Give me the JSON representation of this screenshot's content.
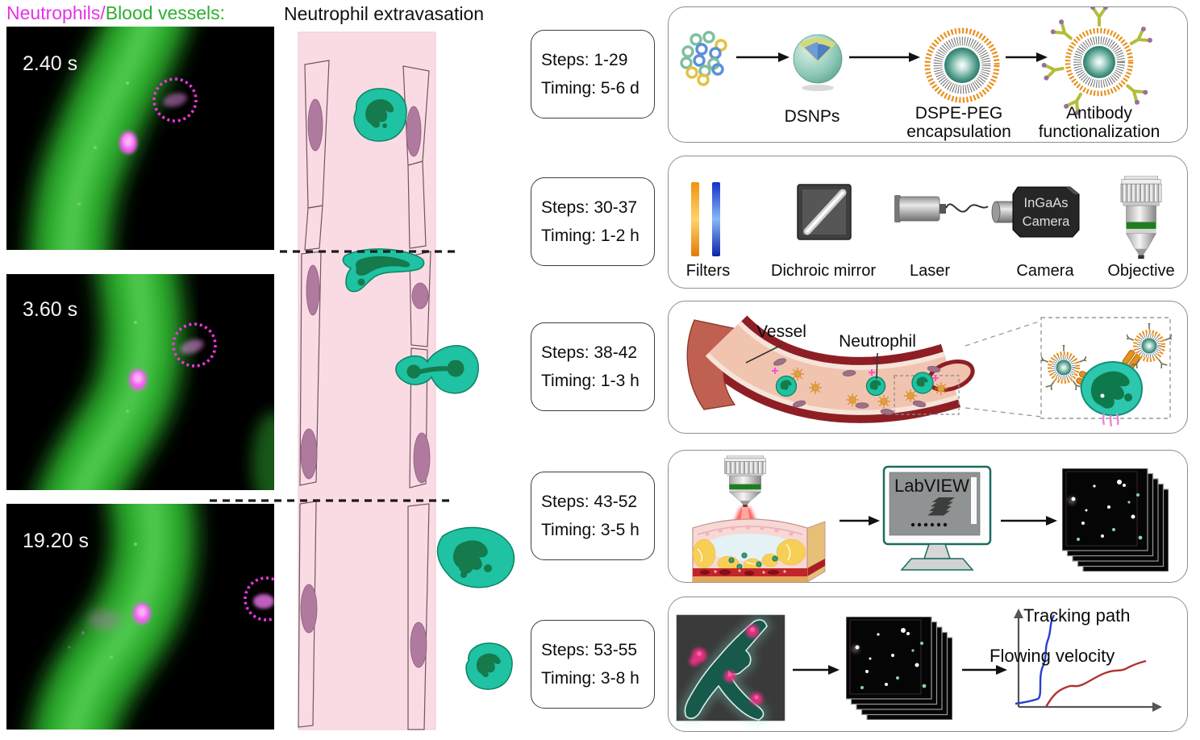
{
  "page_title": "Neutrophil extravasation imaging protocol figure",
  "legend": {
    "neutrophils_label": "Neutrophils/",
    "blood_vessels_label": "Blood vessels:",
    "neutrophils_color": "#e632e6",
    "vessels_color": "#2fae2f"
  },
  "microscopy_frames": [
    {
      "time_label": "2.40 s"
    },
    {
      "time_label": "3.60 s"
    },
    {
      "time_label": "19.20 s"
    }
  ],
  "diagram": {
    "title": "Neutrophil extravasation"
  },
  "protocol_rows": [
    {
      "steps": "Steps: 1-29",
      "timing": "Timing: 5-6 d",
      "icons": [
        "nanoparticle-cluster",
        "dsnp-sphere",
        "dspe-peg-particle",
        "antibody-particle"
      ],
      "items": {
        "dsnps": "DSNPs",
        "dspe_line1": "DSPE-PEG",
        "dspe_line2": "encapsulation",
        "antibody_line1": "Antibody",
        "antibody_line2": "functionalization"
      }
    },
    {
      "steps": "Steps: 30-37",
      "timing": "Timing: 1-2 h",
      "icons": [
        "filter-bars",
        "dichroic-mirror",
        "laser",
        "ingaas-camera",
        "objective"
      ],
      "items": {
        "filters": "Filters",
        "dichroic": "Dichroic mirror",
        "laser": "Laser",
        "camera": "Camera",
        "objective": "Objective",
        "camera_text_line1": "InGaAs",
        "camera_text_line2": "Camera"
      }
    },
    {
      "steps": "Steps: 38-42",
      "timing": "Timing: 1-3 h",
      "icons": [
        "vessel-cross-section",
        "nanoparticle-binding-inset"
      ],
      "items": {
        "vessel": "Vessel",
        "neutrophil": "Neutrophil"
      }
    },
    {
      "steps": "Steps: 43-52",
      "timing": "Timing: 3-5 h",
      "icons": [
        "objective",
        "skin-tissue",
        "labview-monitor",
        "image-stack"
      ],
      "items": {
        "software": "LabVIEW"
      }
    },
    {
      "steps": "Steps: 53-55",
      "timing": "Timing: 3-8 h",
      "icons": [
        "vessel-mask",
        "image-stack",
        "tracking-graph"
      ],
      "items": {
        "tracking": "Tracking path",
        "velocity": "Flowing velocity"
      }
    }
  ],
  "colors": {
    "neutrophil_teal": "#1fc2a2",
    "nucleus_green": "#157a4c",
    "vessel_wall_pink": "#fbdbe3",
    "endothelial_nucleus": "#b07a9e",
    "nanoparticle_orange": "#e8901d",
    "magenta_marker": "#e936e0",
    "vessel_green": "#2fae2f",
    "tracking_path_blue": "#2840cc",
    "flowing_velocity_red": "#b23232"
  }
}
